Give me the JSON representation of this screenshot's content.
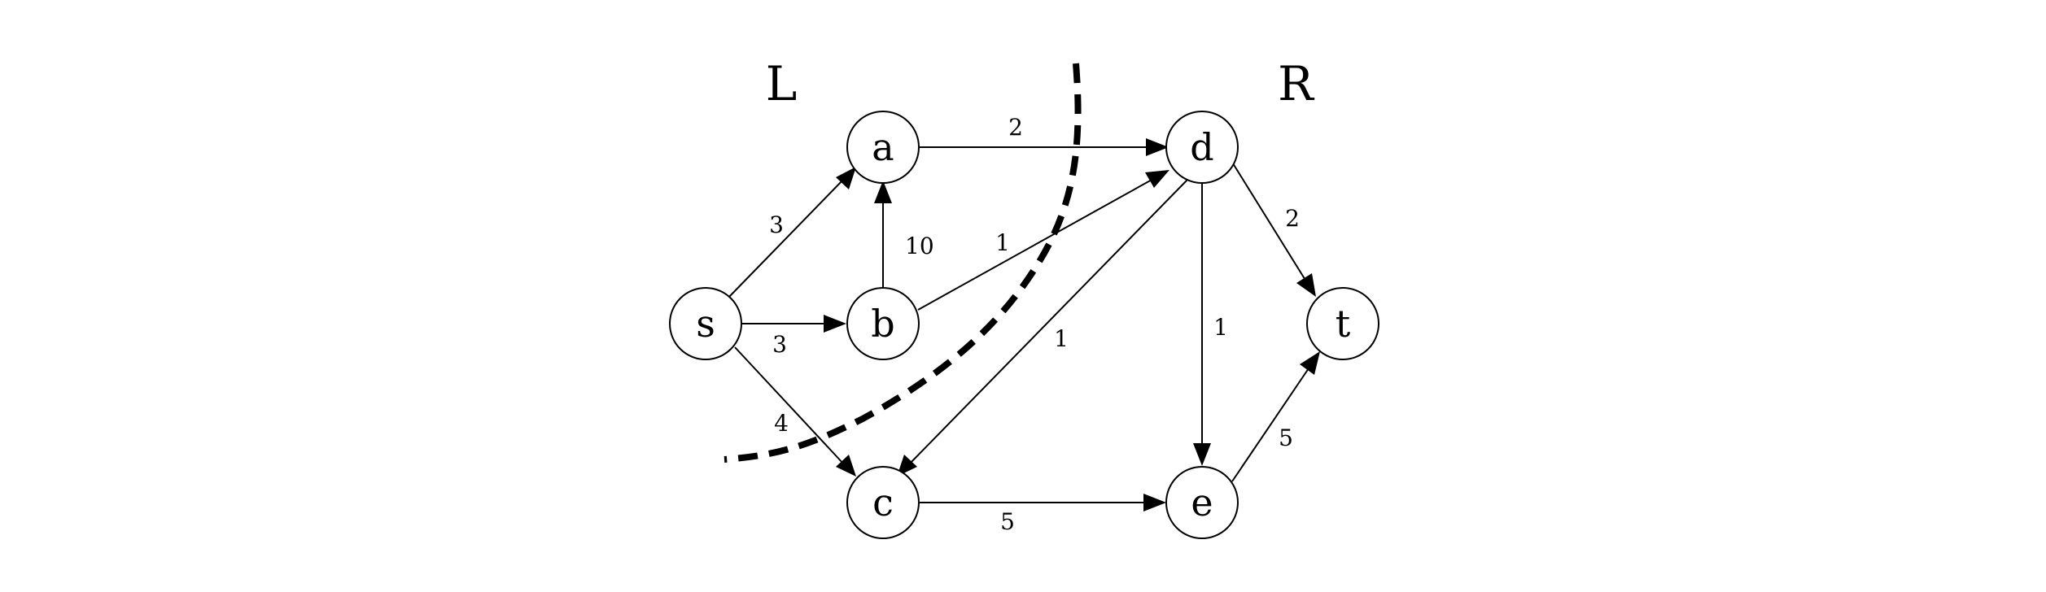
{
  "side_labels": {
    "left": "L",
    "right": "R"
  },
  "nodes": [
    {
      "id": "s",
      "label": "s"
    },
    {
      "id": "a",
      "label": "a"
    },
    {
      "id": "b",
      "label": "b"
    },
    {
      "id": "c",
      "label": "c"
    },
    {
      "id": "d",
      "label": "d"
    },
    {
      "id": "e",
      "label": "e"
    },
    {
      "id": "t",
      "label": "t"
    }
  ],
  "edges": [
    {
      "from": "s",
      "to": "a",
      "weight": "3"
    },
    {
      "from": "s",
      "to": "b",
      "weight": "3"
    },
    {
      "from": "s",
      "to": "c",
      "weight": "4"
    },
    {
      "from": "b",
      "to": "a",
      "weight": "10"
    },
    {
      "from": "a",
      "to": "d",
      "weight": "2"
    },
    {
      "from": "b",
      "to": "d",
      "weight": "1"
    },
    {
      "from": "d",
      "to": "c",
      "weight": "1"
    },
    {
      "from": "d",
      "to": "e",
      "weight": "1"
    },
    {
      "from": "d",
      "to": "t",
      "weight": "2"
    },
    {
      "from": "c",
      "to": "e",
      "weight": "5"
    },
    {
      "from": "e",
      "to": "t",
      "weight": "5"
    }
  ]
}
